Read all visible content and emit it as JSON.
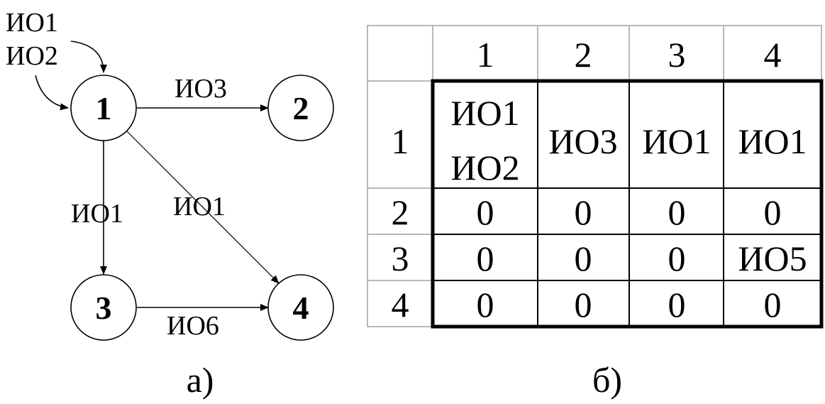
{
  "graph": {
    "nodes": [
      {
        "id": "1",
        "label": "1"
      },
      {
        "id": "2",
        "label": "2"
      },
      {
        "id": "3",
        "label": "3"
      },
      {
        "id": "4",
        "label": "4"
      }
    ],
    "incoming_labels": [
      "ИО1",
      "ИО2"
    ],
    "edges": [
      {
        "from": "1",
        "to": "2",
        "label": "ИО3"
      },
      {
        "from": "1",
        "to": "3",
        "label": "ИО1"
      },
      {
        "from": "1",
        "to": "4",
        "label": "ИО1"
      },
      {
        "from": "3",
        "to": "4",
        "label": "ИО6"
      }
    ],
    "caption": "а)"
  },
  "matrix": {
    "column_headers": [
      "1",
      "2",
      "3",
      "4"
    ],
    "row_headers": [
      "1",
      "2",
      "3",
      "4"
    ],
    "cells": [
      [
        [
          "ИО1",
          "ИО2"
        ],
        [
          "ИО3"
        ],
        [
          "ИО1"
        ],
        [
          "ИО1"
        ]
      ],
      [
        [
          "0"
        ],
        [
          "0"
        ],
        [
          "0"
        ],
        [
          "0"
        ]
      ],
      [
        [
          "0"
        ],
        [
          "0"
        ],
        [
          "0"
        ],
        [
          "ИО5"
        ]
      ],
      [
        [
          "0"
        ],
        [
          "0"
        ],
        [
          "0"
        ],
        [
          "0"
        ]
      ]
    ],
    "caption": "б)"
  }
}
